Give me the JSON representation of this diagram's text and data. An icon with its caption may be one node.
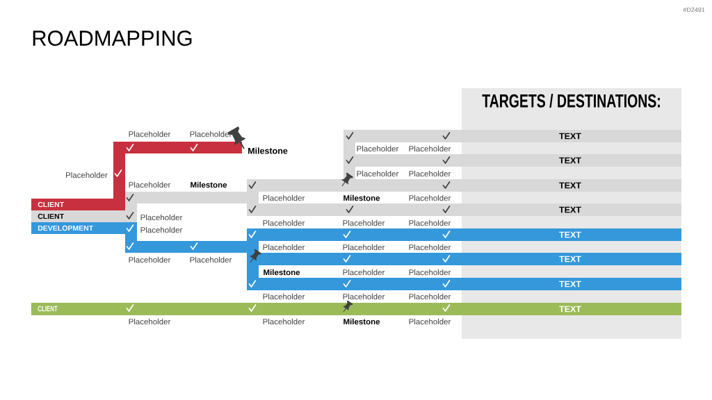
{
  "diagram": {
    "title": "ROADMAPPING",
    "nodes": [
      {
        "text": [
          "CLIENT"
        ]
      },
      {
        "text": [
          "CLIENT"
        ]
      },
      {
        "text": [
          "DEVELOPMENT"
        ]
      },
      {
        "text": [
          "CLIENT"
        ]
      },
      {
        "text": [
          "TARGETS / DESTINATIONS:"
        ]
      },
      {
        "text": [
          "TEXT"
        ],
        "in": 4
      },
      {
        "text": [
          "TEXT"
        ],
        "in": 4
      },
      {
        "text": [
          "TEXT"
        ],
        "in": 4
      },
      {
        "text": [
          "TEXT"
        ],
        "in": 4
      },
      {
        "text": [
          "TEXT"
        ],
        "in": 4
      },
      {
        "text": [
          "TEXT"
        ],
        "in": 4
      },
      {
        "text": [
          "TEXT"
        ],
        "in": 4
      },
      {
        "text": [
          "TEXT"
        ],
        "in": 4
      }
    ],
    "labels": [
      "#D2491",
      "Placeholder",
      "Placeholder",
      "Milestone",
      "Placeholder",
      "Placeholder",
      "Placeholder",
      "Placeholder",
      "Placeholder",
      "Placeholder",
      "Milestone",
      "Placeholder",
      "Milestone",
      "Placeholder",
      "Placeholder",
      "Placeholder",
      "Placeholder",
      "Placeholder",
      "Placeholder",
      "Placeholder",
      "Placeholder",
      "Placeholder",
      "Placeholder",
      "Placeholder",
      "Milestone",
      "Placeholder",
      "Placeholder",
      "Placeholder",
      "Placeholder",
      "Placeholder",
      "Placeholder",
      "Placeholder",
      "Milestone",
      "Placeholder"
    ]
  }
}
